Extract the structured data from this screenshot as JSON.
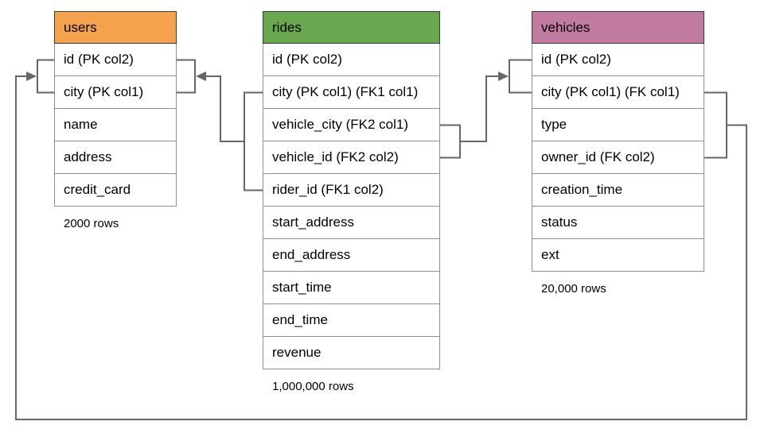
{
  "tables": [
    {
      "title": "users",
      "header_color": "#F5A24F",
      "columns": [
        "id (PK col2)",
        "city (PK col1)",
        "name",
        "address",
        "credit_card"
      ],
      "row_count": "2000 rows"
    },
    {
      "title": "rides",
      "header_color": "#6AA84F",
      "columns": [
        "id (PK col2)",
        "city (PK col1) (FK1 col1)",
        "vehicle_city (FK2 col1)",
        "vehicle_id (FK2 col2)",
        "rider_id (FK1 col2)",
        "start_address",
        "end_address",
        "start_time",
        "end_time",
        "revenue"
      ],
      "row_count": "1,000,000 rows"
    },
    {
      "title": "vehicles",
      "header_color": "#C27BA0",
      "columns": [
        "id (PK col2)",
        "city (PK col1) (FK col1)",
        "type",
        "owner_id (FK col2)",
        "creation_time",
        "status",
        "ext"
      ],
      "row_count": "20,000 rows"
    }
  ],
  "relationships": [
    {
      "name": "rides FK1 -> users",
      "from_table": "rides",
      "from_columns": [
        "city (PK col1) (FK1 col1)",
        "rider_id (FK1 col2)"
      ],
      "to_table": "users",
      "to_columns": [
        "id (PK col2)",
        "city (PK col1)"
      ],
      "arrow_points_to": "users"
    },
    {
      "name": "rides FK2 -> vehicles",
      "from_table": "rides",
      "from_columns": [
        "vehicle_city (FK2 col1)",
        "vehicle_id (FK2 col2)"
      ],
      "to_table": "vehicles",
      "to_columns": [
        "id (PK col2)",
        "city (PK col1) (FK col1)"
      ],
      "arrow_points_to": "vehicles"
    },
    {
      "name": "vehicles FK -> users",
      "from_table": "vehicles",
      "from_columns": [
        "city (PK col1) (FK col1)",
        "owner_id (FK col2)"
      ],
      "to_table": "users",
      "to_columns": [
        "id (PK col2)",
        "city (PK col1)"
      ],
      "arrow_points_to": "users"
    }
  ],
  "colors": {
    "users_header": "#F5A24F",
    "rides_header": "#6AA84F",
    "vehicles_header": "#C27BA0",
    "connector_line": "#666666",
    "cell_border": "#8F8F8F",
    "header_border": "#3A3A3A",
    "background": "#FFFFFF"
  }
}
